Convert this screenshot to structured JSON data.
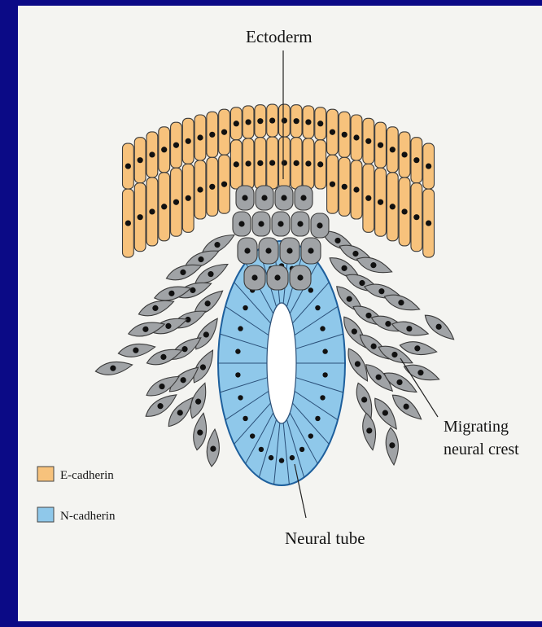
{
  "labels": {
    "ectoderm": "Ectoderm",
    "migrating_line1": "Migrating",
    "migrating_line2": "neural crest",
    "neural_tube": "Neural tube"
  },
  "legend": [
    {
      "label": "E-cadherin",
      "color": "#f7c27c"
    },
    {
      "label": "N-cadherin",
      "color": "#8fc8ea"
    }
  ],
  "colors": {
    "slide_background": "#0b0a86",
    "panel": "#f4f4f1",
    "e_cadherin_cells": "#f7c27c",
    "n_cadherin_cells": "#8fc8ea",
    "neural_crest_cells": "#a0a3a6",
    "outline": "#3a3a3a",
    "nucleus": "#111111"
  }
}
